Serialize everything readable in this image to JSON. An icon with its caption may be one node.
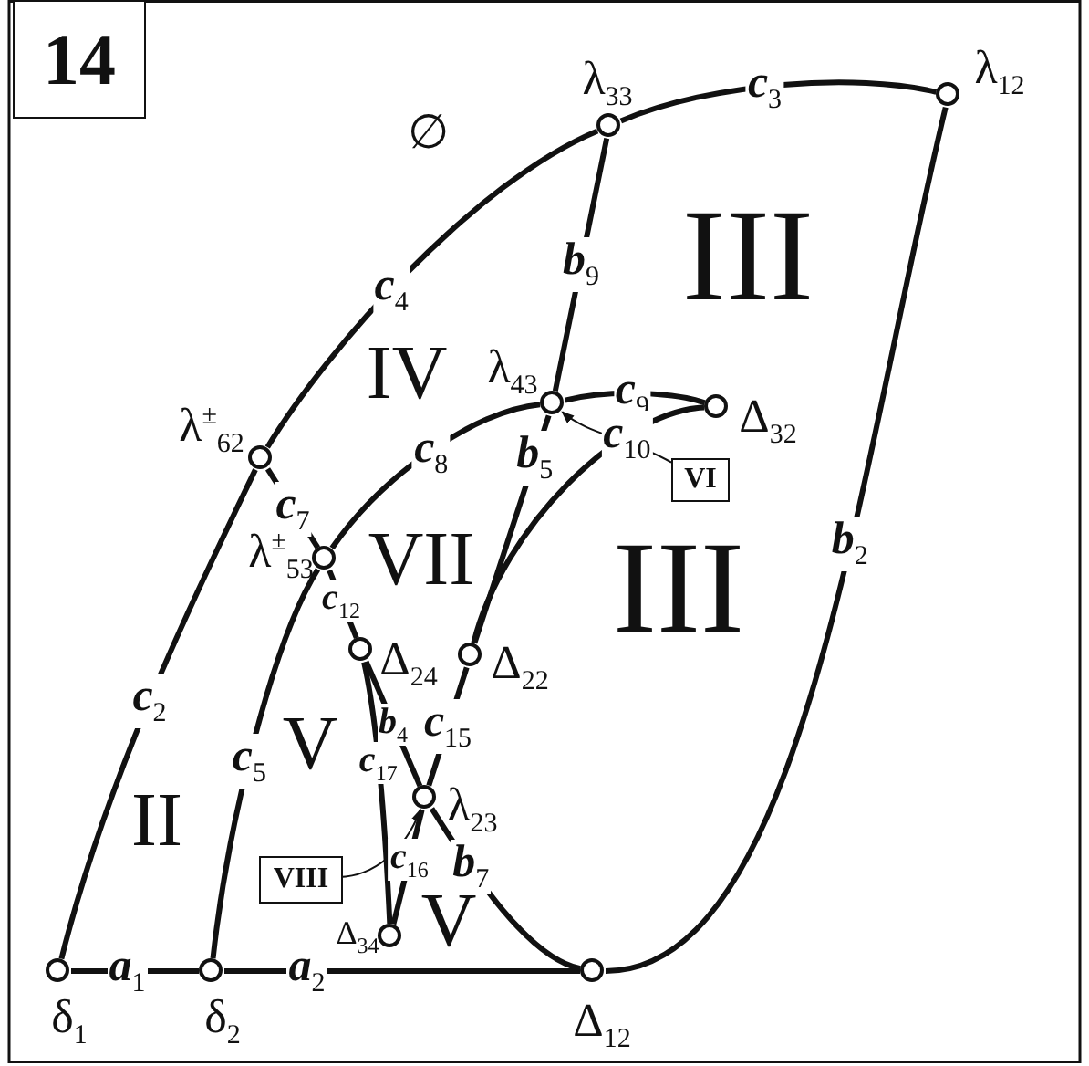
{
  "diagram": {
    "nodes": [
      {
        "text": [
          "14"
        ]
      },
      {
        "text": [],
        "shape": "circle",
        "beside": [
          "λ$_{12}$"
        ]
      },
      {
        "text": [],
        "shape": "circle",
        "beside": [
          "λ$_{33}$"
        ]
      },
      {
        "text": [],
        "shape": "circle",
        "beside": [
          "λ$_{43}$"
        ]
      },
      {
        "text": [],
        "shape": "circle",
        "beside": [
          "Δ$_{32}$"
        ]
      },
      {
        "text": [],
        "shape": "circle",
        "beside": [
          "λ$^{±}$$_{62}$"
        ]
      },
      {
        "text": [
          "VI"
        ]
      },
      {
        "text": [],
        "shape": "circle",
        "beside": [
          "λ$^{±}$$_{53}$"
        ]
      },
      {
        "text": [],
        "shape": "circle",
        "beside": [
          "Δ$_{24}$"
        ]
      },
      {
        "text": [],
        "shape": "circle",
        "beside": [
          "Δ$_{22}$"
        ]
      },
      {
        "text": [],
        "shape": "circle",
        "beside": [
          "λ$_{23}$"
        ]
      },
      {
        "text": [
          "VIII"
        ]
      },
      {
        "text": [],
        "shape": "circle",
        "beside": [
          "Δ$_{34}$"
        ]
      },
      {
        "text": [],
        "shape": "circle",
        "beside": [
          "δ$_{1}$"
        ]
      },
      {
        "text": [],
        "shape": "circle",
        "beside": [
          "δ$_{2}$"
        ]
      },
      {
        "text": [],
        "shape": "circle",
        "beside": [
          "Δ$_{12}$"
        ]
      }
    ],
    "edges": [
      {
        "from": 13,
        "to": 14,
        "arrow": "none",
        "label": "a$_{1}$"
      },
      {
        "from": 14,
        "to": 15,
        "arrow": "none",
        "label": "a$_{2}$"
      },
      {
        "from": 13,
        "to": 5,
        "arrow": "none",
        "label": "c$_{2}$"
      },
      {
        "from": 14,
        "to": 7,
        "arrow": "none",
        "label": "c$_{5}$"
      },
      {
        "from": 5,
        "to": 2,
        "arrow": "none",
        "label": "c$_{4}$"
      },
      {
        "from": 2,
        "to": 1,
        "arrow": "none",
        "label": "c$_{3}$"
      },
      {
        "from": 1,
        "to": 15,
        "arrow": "none",
        "label": "b$_{2}$"
      },
      {
        "from": 2,
        "to": 3,
        "arrow": "none",
        "label": "b$_{9}$"
      },
      {
        "from": 5,
        "to": 7,
        "arrow": "none",
        "label": "c$_{7}$"
      },
      {
        "from": 7,
        "to": 3,
        "arrow": "none",
        "label": "c$_{8}$"
      },
      {
        "from": 3,
        "to": 4,
        "arrow": "none",
        "label": "c$_{9}$"
      },
      {
        "from": 3,
        "to": 9,
        "arrow": "none",
        "label": "b$_{5}$"
      },
      {
        "from": 4,
        "to": 9,
        "arrow": "none",
        "label": "c$_{10}$"
      },
      {
        "from": 7,
        "to": 8,
        "arrow": "none",
        "label": "c$_{12}$"
      },
      {
        "from": 8,
        "to": 10,
        "arrow": "none",
        "label": "b$_{4}$"
      },
      {
        "from": 9,
        "to": 10,
        "arrow": "none",
        "label": "c$_{15}$"
      },
      {
        "from": 8,
        "to": 12,
        "arrow": "none",
        "label": "c$_{17}$"
      },
      {
        "from": 10,
        "to": 12,
        "arrow": "none",
        "label": "c$_{16}$"
      },
      {
        "from": 10,
        "to": 15,
        "arrow": "none",
        "label": "b$_{7}$"
      },
      {
        "from": 6,
        "to": 3,
        "arrow": "to"
      },
      {
        "from": 11,
        "to": 10,
        "arrow": "to"
      }
    ],
    "labels": [
      "∅",
      "III",
      "IV",
      "VII",
      "III",
      "V",
      "II",
      "V"
    ]
  }
}
